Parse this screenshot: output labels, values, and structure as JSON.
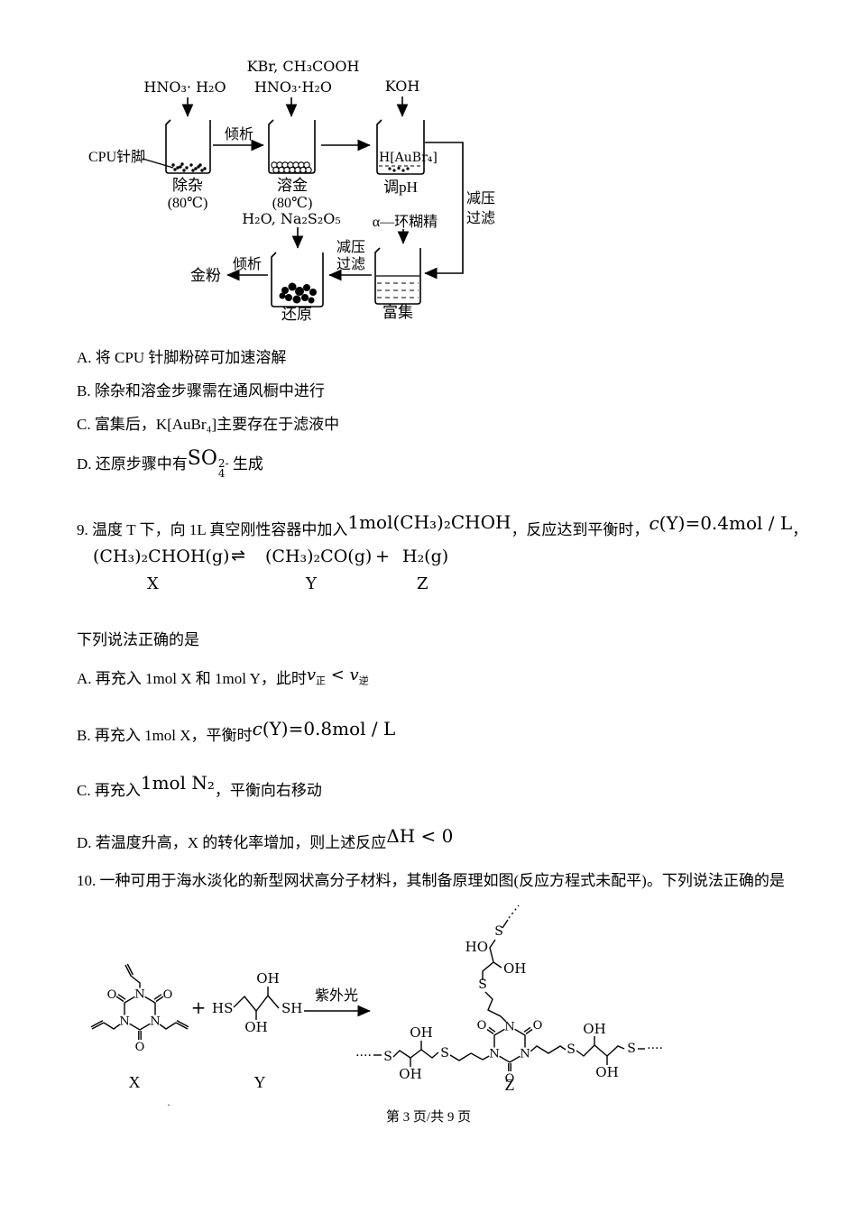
{
  "flowchart": {
    "reagents": {
      "hno3": "HNO₃· H₂O",
      "kbr_acoh": "KBr, CH₃COOH",
      "hno3_2": "HNO₃·H₂O",
      "koh": "KOH",
      "haubr4": "H[AuBr₄]",
      "h2o_na2s2o5": "H₂O, Na₂S₂O₅",
      "cyclodextrin": "α—环糊精"
    },
    "steps": {
      "chuza": "除杂",
      "chuza_temp": "(80℃)",
      "rongjin": "溶金",
      "rongjin_temp": "(80℃)",
      "tiaoph": "调pH",
      "huanyuan": "还原",
      "fuji": "富集"
    },
    "ops": {
      "qingxi1": "倾析",
      "qingxi2": "倾析",
      "jianya": "减压",
      "guolv": "过滤",
      "jinfen": "金粉",
      "cpu": "CPU针脚"
    }
  },
  "q8": {
    "optA": "A. 将 CPU 针脚粉碎可加速溶解",
    "optB": "B. 除杂和溶金步骤需在通风橱中进行",
    "optC": "C. 富集后，K[AuBr₄]主要存在于滤液中",
    "optD_pre": "D. 还原步骤中有",
    "so4_base": "SO",
    "so4_sup": "2-",
    "so4_sub": "4",
    "optD_post": " 生成"
  },
  "q9": {
    "stem_pre": "9. 温度 T 下，向 1L 真空刚性容器中加入",
    "stem_f1": "1mol(CH₃)₂CHOH",
    "stem_mid": "，反应达到平衡时，",
    "f2_c": "c",
    "f2_rest": "(Y)=0.4mol / L",
    "stem_end": "，",
    "eq": {
      "lhs": "(CH₃)₂CHOH(g)",
      "arrow": "⇌",
      "rhs1": "(CH₃)₂CO(g)",
      "plus": "+",
      "rhs2": "H₂(g)",
      "x": "X",
      "y": "Y",
      "z": "Z"
    },
    "prompt": "下列说法正确的是",
    "optA_pre": "A. 再充入 1mol X 和 1mol Y，此时",
    "optA_f": {
      "v1": "v",
      "s1": "正",
      "op": " < ",
      "v2": "v",
      "s2": "逆"
    },
    "optB_pre": "B. 再充入 1mol X，平衡时",
    "optB_f": {
      "c": "c",
      "rest": "(Y)=0.8mol / L"
    },
    "optC_pre": "C. 再充入",
    "optC_f": "1mol N₂",
    "optC_post": "，平衡向右移动",
    "optD_pre": "D. 若温度升高，X 的转化率增加，则上述反应",
    "optD_f": "ΔH < 0"
  },
  "q10": {
    "stem": "10. 一种可用于海水淡化的新型网状高分子材料，其制备原理如图(反应方程式未配平)。下列说法正确的是",
    "scheme": {
      "plus": "+",
      "hs": "HS",
      "sh": "SH",
      "oh": "OH",
      "ho": "HO",
      "s": "S",
      "n": "N",
      "o": "O",
      "uv": "紫外光",
      "dots": "····",
      "x": "X",
      "y": "Y",
      "z": "Z"
    }
  },
  "stray_dot": "·",
  "footer": {
    "page": "第 3 页/共 9 页"
  }
}
